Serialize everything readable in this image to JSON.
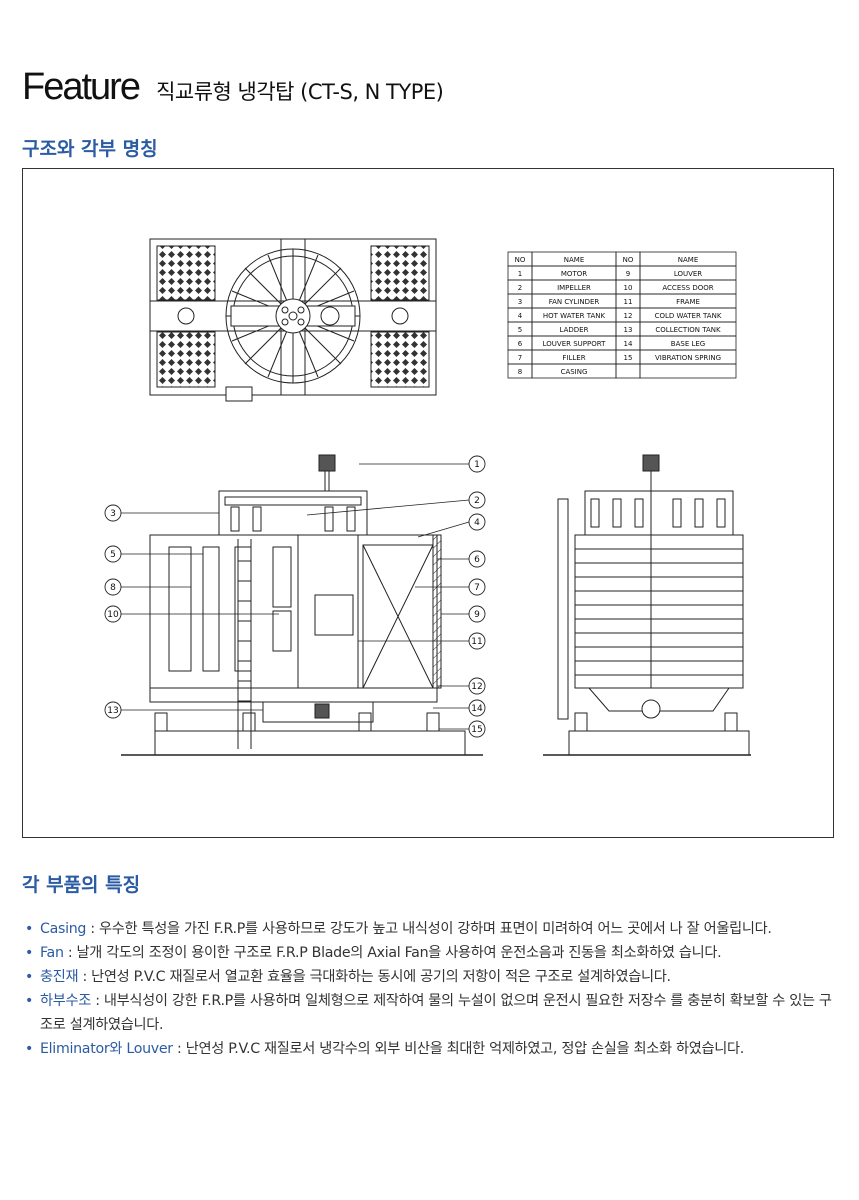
{
  "header": {
    "feature_word": "Feature",
    "subtitle": "직교류형 냉각탑 (CT-S, N TYPE)"
  },
  "section1": {
    "title": "구조와 각부 명칭"
  },
  "parts_table": {
    "headers": [
      "NO",
      "NAME",
      "NO",
      "NAME"
    ],
    "rows": [
      [
        "1",
        "MOTOR",
        "9",
        "LOUVER"
      ],
      [
        "2",
        "IMPELLER",
        "10",
        "ACCESS DOOR"
      ],
      [
        "3",
        "FAN CYLINDER",
        "11",
        "FRAME"
      ],
      [
        "4",
        "HOT WATER TANK",
        "12",
        "COLD WATER TANK"
      ],
      [
        "5",
        "LADDER",
        "13",
        "COLLECTION TANK"
      ],
      [
        "6",
        "LOUVER SUPPORT",
        "14",
        "BASE LEG"
      ],
      [
        "7",
        "FILLER",
        "15",
        "VIBRATION SPRING"
      ],
      [
        "8",
        "CASING",
        "",
        ""
      ]
    ]
  },
  "callouts": [
    "1",
    "2",
    "3",
    "4",
    "5",
    "6",
    "7",
    "8",
    "9",
    "10",
    "11",
    "12",
    "13",
    "14",
    "15"
  ],
  "section2": {
    "title": "각 부품의 특징"
  },
  "features": [
    {
      "term": "Casing",
      "desc": " : 우수한 특성을 가진 F.R.P를 사용하므로 강도가 높고 내식성이 강하며 표면이 미려하여 어느 곳에서 나 잘 어울립니다."
    },
    {
      "term": "Fan",
      "desc": " : 날개 각도의 조정이 용이한 구조로 F.R.P Blade의 Axial Fan을 사용하여 운전소음과 진동을 최소화하였 습니다."
    },
    {
      "term": "충진재",
      "desc": " : 난연성 P.V.C 재질로서 열교환 효율을 극대화하는 동시에 공기의 저항이 적은 구조로 설계하였습니다."
    },
    {
      "term": "하부수조",
      "desc": " : 내부식성이 강한 F.R.P를 사용하며 일체형으로 제작하여 물의 누설이 없으며 운전시 필요한 저장수 를 충분히 확보할 수 있는 구조로 설계하였습니다."
    },
    {
      "term": "Eliminator와 Louver",
      "desc": " : 난연성 P.V.C 재질로서 냉각수의 외부 비산을 최대한 억제하였고, 정압 손실을 최소화 하였습니다."
    }
  ],
  "colors": {
    "accent": "#2a5ba3",
    "text": "#333333",
    "line": "#222222"
  }
}
